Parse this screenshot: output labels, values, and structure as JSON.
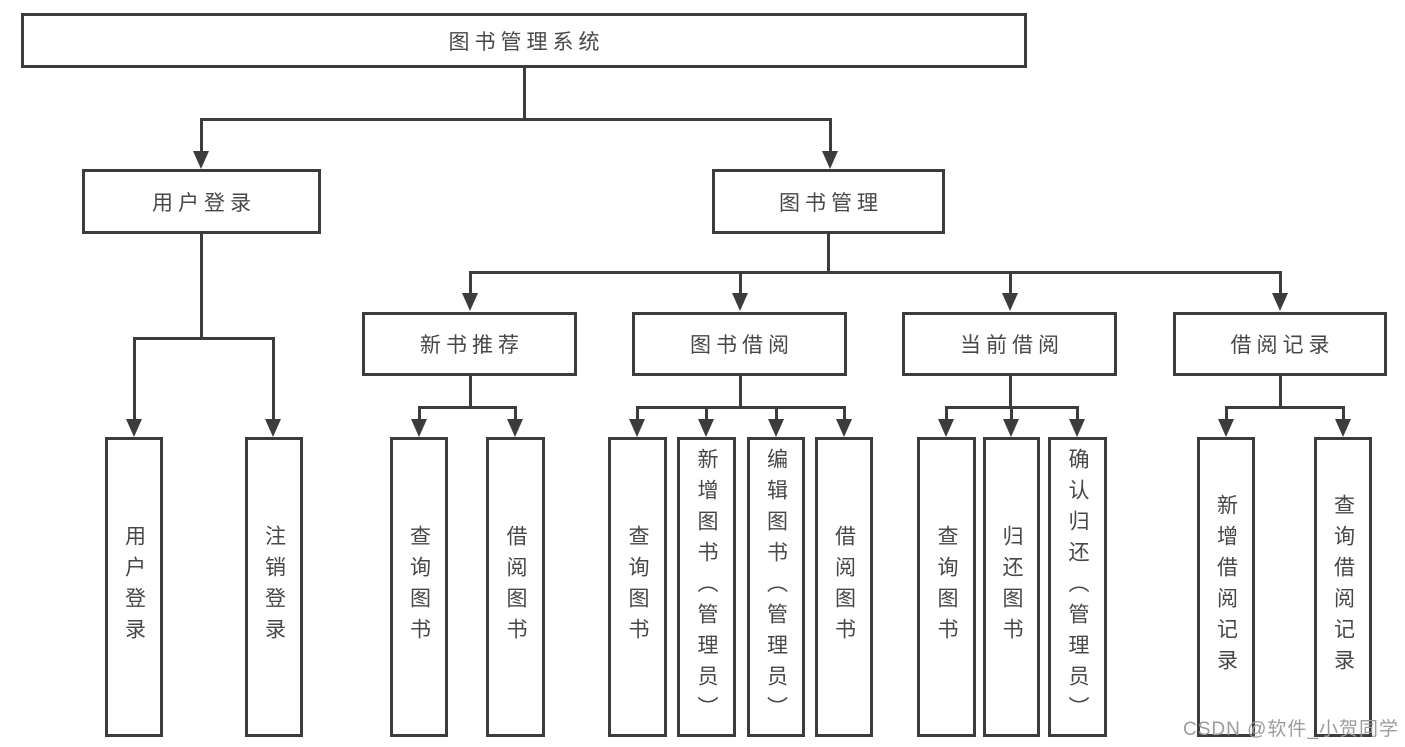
{
  "diagram": {
    "type": "hierarchy-tree",
    "tree": {
      "root": {
        "label": "图书管理系统",
        "children": [
          {
            "label": "用户登录",
            "children": [
              {
                "label": "用户登录"
              },
              {
                "label": "注销登录"
              }
            ]
          },
          {
            "label": "图书管理",
            "children": [
              {
                "label": "新书推荐",
                "children": [
                  {
                    "label": "查询图书"
                  },
                  {
                    "label": "借阅图书"
                  }
                ]
              },
              {
                "label": "图书借阅",
                "children": [
                  {
                    "label": "查询图书"
                  },
                  {
                    "label": "新增图书（管理员）"
                  },
                  {
                    "label": "编辑图书（管理员）"
                  },
                  {
                    "label": "借阅图书"
                  }
                ]
              },
              {
                "label": "当前借阅",
                "children": [
                  {
                    "label": "查询图书"
                  },
                  {
                    "label": "归还图书"
                  },
                  {
                    "label": "确认归还（管理员）"
                  }
                ]
              },
              {
                "label": "借阅记录",
                "children": [
                  {
                    "label": "新增借阅记录"
                  },
                  {
                    "label": "查询借阅记录"
                  }
                ]
              }
            ]
          }
        ]
      }
    }
  },
  "watermark": {
    "text": "CSDN @软件_小贺同学"
  },
  "colors": {
    "line": "#3c3c3c",
    "text": "#474747",
    "watermark": "#9c9c9c",
    "bg": "#ffffff"
  }
}
